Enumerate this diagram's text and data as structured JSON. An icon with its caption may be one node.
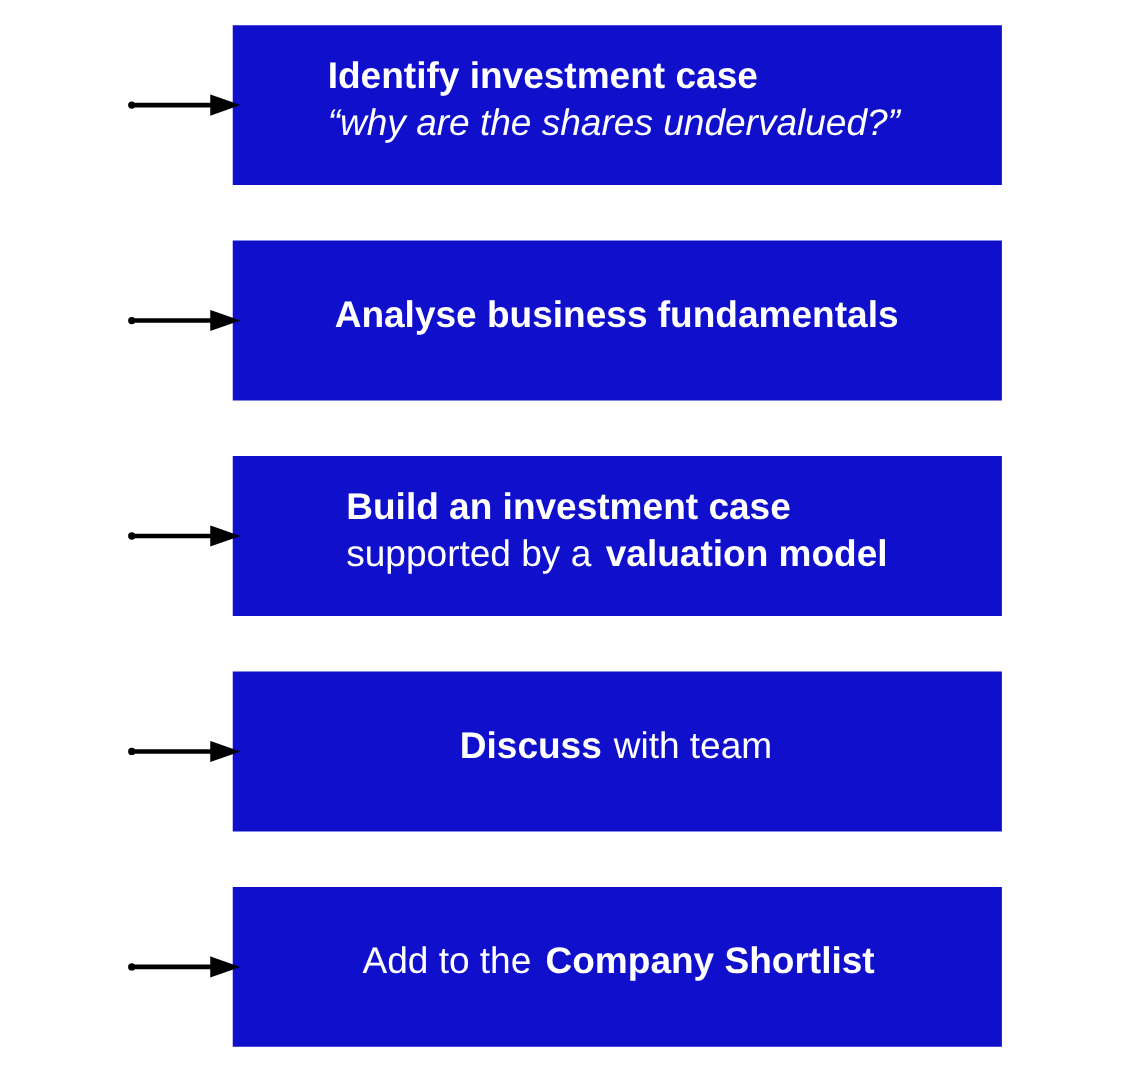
{
  "diagram": {
    "nodes": [
      {
        "text": [
          "Identify investment case",
          "“why are the shares undervalued?”"
        ]
      },
      {
        "text": [
          "Analyse business fundamentals"
        ]
      },
      {
        "text": [
          "Build an investment case",
          "supported by a **valuation model**"
        ]
      },
      {
        "text": [
          "**Discuss** with team"
        ]
      },
      {
        "text": [
          "Add to the **Company Shortlist**"
        ]
      }
    ],
    "edges": [
      {
        "from": null,
        "to": 0,
        "arrow": "to"
      },
      {
        "from": null,
        "to": 1,
        "arrow": "to"
      },
      {
        "from": null,
        "to": 2,
        "arrow": "to"
      },
      {
        "from": null,
        "to": 3,
        "arrow": "to"
      },
      {
        "from": null,
        "to": 4,
        "arrow": "to"
      }
    ]
  }
}
